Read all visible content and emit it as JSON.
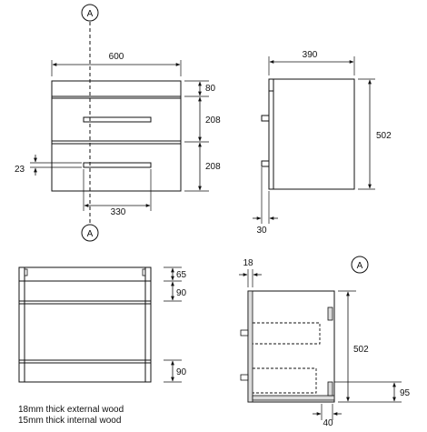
{
  "section_marker": "A",
  "front_view": {
    "width": "600",
    "top_height": "80",
    "drawer_height_1": "208",
    "drawer_height_2": "208",
    "handle_height": "23",
    "handle_width": "330"
  },
  "side_view": {
    "depth": "390",
    "height": "502",
    "handle_projection": "30"
  },
  "rear_view": {
    "dim_1": "65",
    "dim_2": "90",
    "dim_3": "90"
  },
  "section_view": {
    "wall_thickness": "18",
    "height": "502",
    "plinth_height": "95",
    "base_offset": "40"
  },
  "notes": [
    "18mm thick external wood",
    "15mm thick internal wood"
  ]
}
